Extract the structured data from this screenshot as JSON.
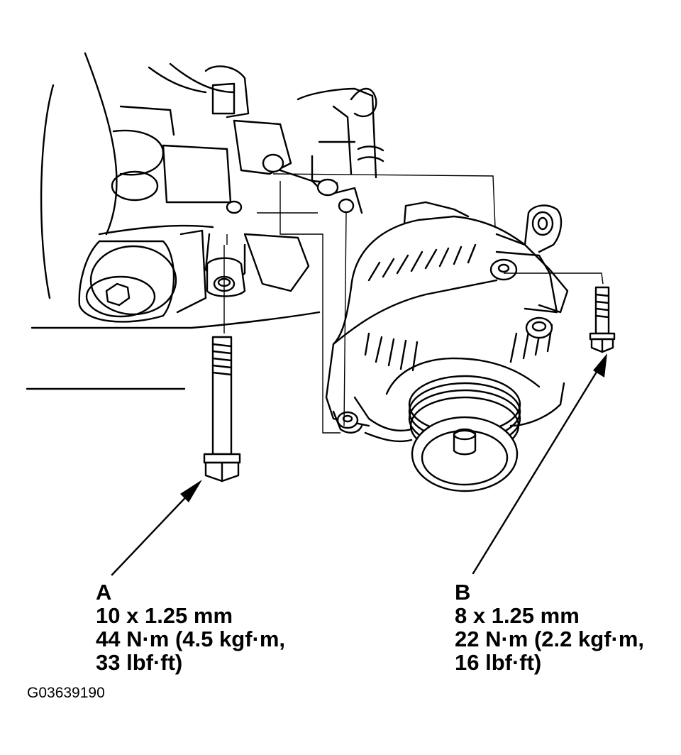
{
  "callouts": {
    "a": {
      "letter": "A",
      "size": "10 x 1.25 mm",
      "torque_line1": "44 N·m (4.5 kgf·m,",
      "torque_line2": "33 lbf·ft)"
    },
    "b": {
      "letter": "B",
      "size": "8 x 1.25 mm",
      "torque_line1": "22 N·m (2.2 kgf·m,",
      "torque_line2": "16 lbf·ft)"
    }
  },
  "figure_code": "G03639190",
  "colors": {
    "ink": "#000000",
    "paper": "#ffffff"
  }
}
